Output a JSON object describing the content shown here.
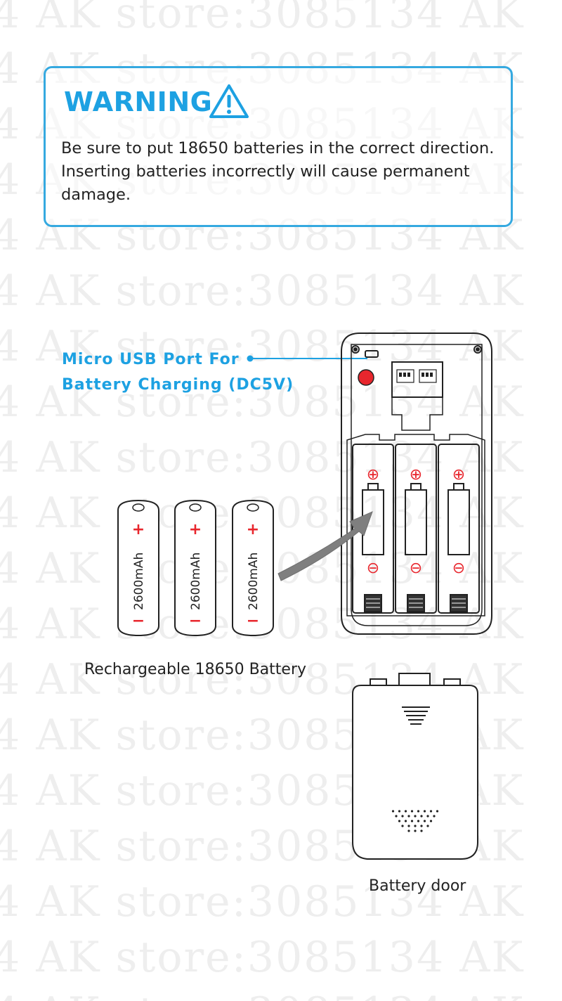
{
  "watermark": {
    "lines": [
      "4 AK store:3085134 AK",
      "4 AK store:3085134 AK",
      "4 AK store:3085134 AK",
      "4 AK store:3085134 AK",
      "4 AK store:3085134 AK",
      "4 AK store:3085134 AK",
      "4 AK store:3085134 AK",
      "4 AK store:3085134 AK",
      "4 AK store:3085134 AK",
      "4 AK store:3085134 AK",
      "4 AK store:3085134 AK",
      "4 AK store:3085134 AK",
      "4 AK store:3085134 AK",
      "4 AK store:3085134 AK",
      "4 AK store:3085134 AK",
      "4 AK store:3085134 AK",
      "4 AK store:3085134 AK",
      "4 AK store:3085134 AK",
      "4 AK store:3085134 AK"
    ]
  },
  "warning": {
    "title": "WARNING",
    "icon": "warning-triangle-icon",
    "lines": [
      "Be sure to put 18650 batteries in the correct direction.",
      "Inserting batteries incorrectly will cause permanent",
      "damage."
    ]
  },
  "usb_port": {
    "line1": "Micro USB Port For",
    "line2": "Battery Charging (DC5V)"
  },
  "batteries": {
    "capacity": "2600mAh",
    "plus": "+",
    "minus": "−",
    "caption": "Rechargeable 18650 Battery"
  },
  "compartment": {
    "plus_symbol": "⊕",
    "minus_symbol": "⊖"
  },
  "battery_door": {
    "caption": "Battery door"
  },
  "colors": {
    "accent_blue": "#1da1e2",
    "polarity_red": "#e8262d",
    "charging_indicator": "#e8262d",
    "arrow_gray": "#808080"
  }
}
